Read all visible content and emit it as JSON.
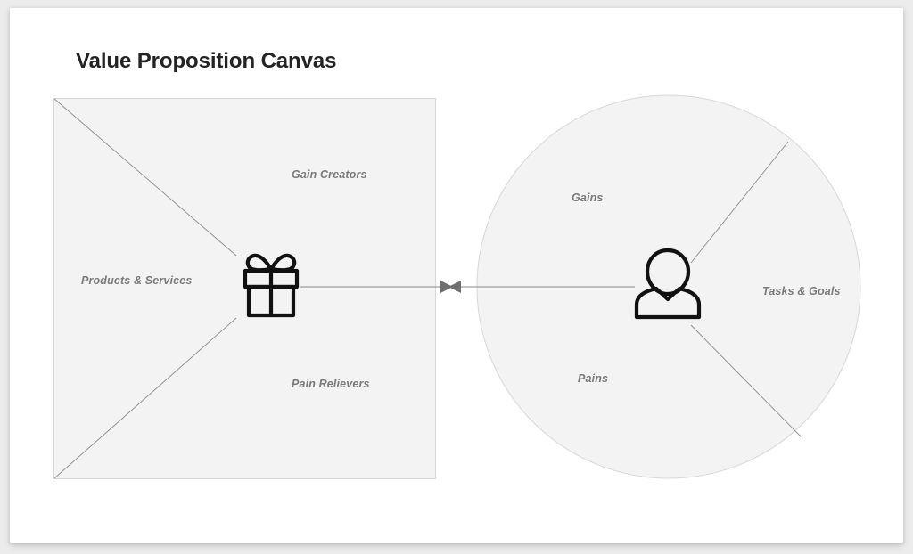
{
  "page": {
    "title": "Value Proposition Canvas",
    "background_color": "#ececec",
    "card_color": "#ffffff"
  },
  "diagram": {
    "type": "value-proposition-canvas",
    "shape_fill": "#f3f3f3",
    "shape_stroke": "#d6d6d6",
    "label_color": "#7a7a7a",
    "line_color": "#888888",
    "arrow_color": "#6e6e6e",
    "value_proposition": {
      "shape": "square",
      "icon": "gift-icon",
      "segments": [
        {
          "key": "gain_creators",
          "label": "Gain Creators"
        },
        {
          "key": "products_services",
          "label": "Products & Services"
        },
        {
          "key": "pain_relievers",
          "label": "Pain Relievers"
        }
      ]
    },
    "customer_profile": {
      "shape": "circle",
      "icon": "person-icon",
      "segments": [
        {
          "key": "gains",
          "label": "Gains"
        },
        {
          "key": "tasks_goals",
          "label": "Tasks & Goals"
        },
        {
          "key": "pains",
          "label": "Pains"
        }
      ]
    },
    "connector": {
      "style": "double-arrow",
      "from": "value-proposition-square",
      "to": "customer-profile-circle"
    }
  }
}
